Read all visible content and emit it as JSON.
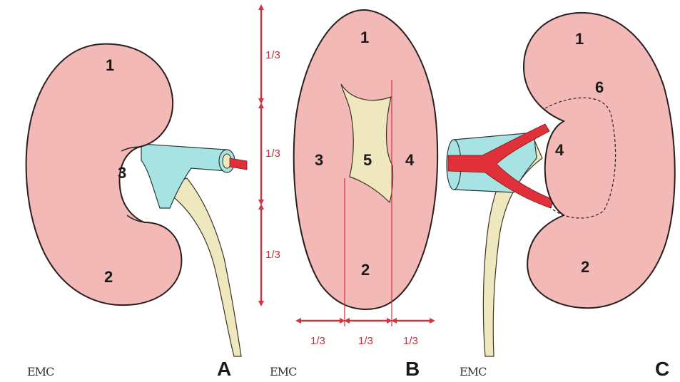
{
  "panels": {
    "A": {
      "letter": "A",
      "logo": "EMC",
      "labels": {
        "upper_pole": "1",
        "lower_pole": "2",
        "hilum_zone": "3"
      }
    },
    "B": {
      "letter": "B",
      "logo": "EMC",
      "labels": {
        "upper": "1",
        "lower": "2",
        "left": "3",
        "right": "4",
        "sinus": "5"
      },
      "vertical_fractions": [
        "1/3",
        "1/3",
        "1/3"
      ],
      "horizontal_fractions": [
        "1/3",
        "1/3",
        "1/3"
      ]
    },
    "C": {
      "letter": "C",
      "logo": "EMC",
      "labels": {
        "upper_pole": "1",
        "lower_pole": "2",
        "hilum_zone": "4",
        "sinus_zone": "6"
      }
    }
  },
  "colors": {
    "parenchyma": "#f2b9b6",
    "renal_vein": "#a8e3e3",
    "ureter_pelvis": "#efe7bd",
    "renal_artery": "#e0303a",
    "dimension_lines": "#d8303c"
  }
}
